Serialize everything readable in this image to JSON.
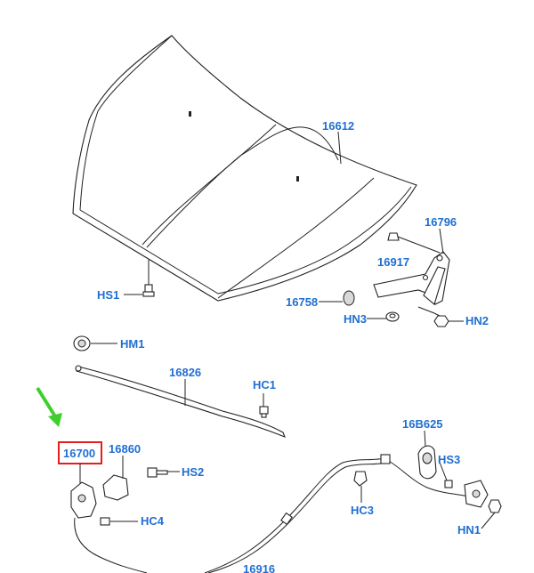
{
  "labels": {
    "hood": "16612",
    "hinge": "16796",
    "hinge_bolt": "16917",
    "bumper": "16758",
    "hs1": "HS1",
    "hn3": "HN3",
    "hn2": "HN2",
    "hm1": "HM1",
    "prop_rod": "16826",
    "hc1": "HC1",
    "latch": "16700",
    "bracket": "16860",
    "hs2": "HS2",
    "hc4": "HC4",
    "release_handle": "16B625",
    "hs3": "HS3",
    "hc3": "HC3",
    "hn1": "HN1",
    "cable": "16916"
  },
  "colors": {
    "label": "#1f6fd1",
    "highlight_box": "#e0201c",
    "arrow": "#3ecf2a"
  }
}
